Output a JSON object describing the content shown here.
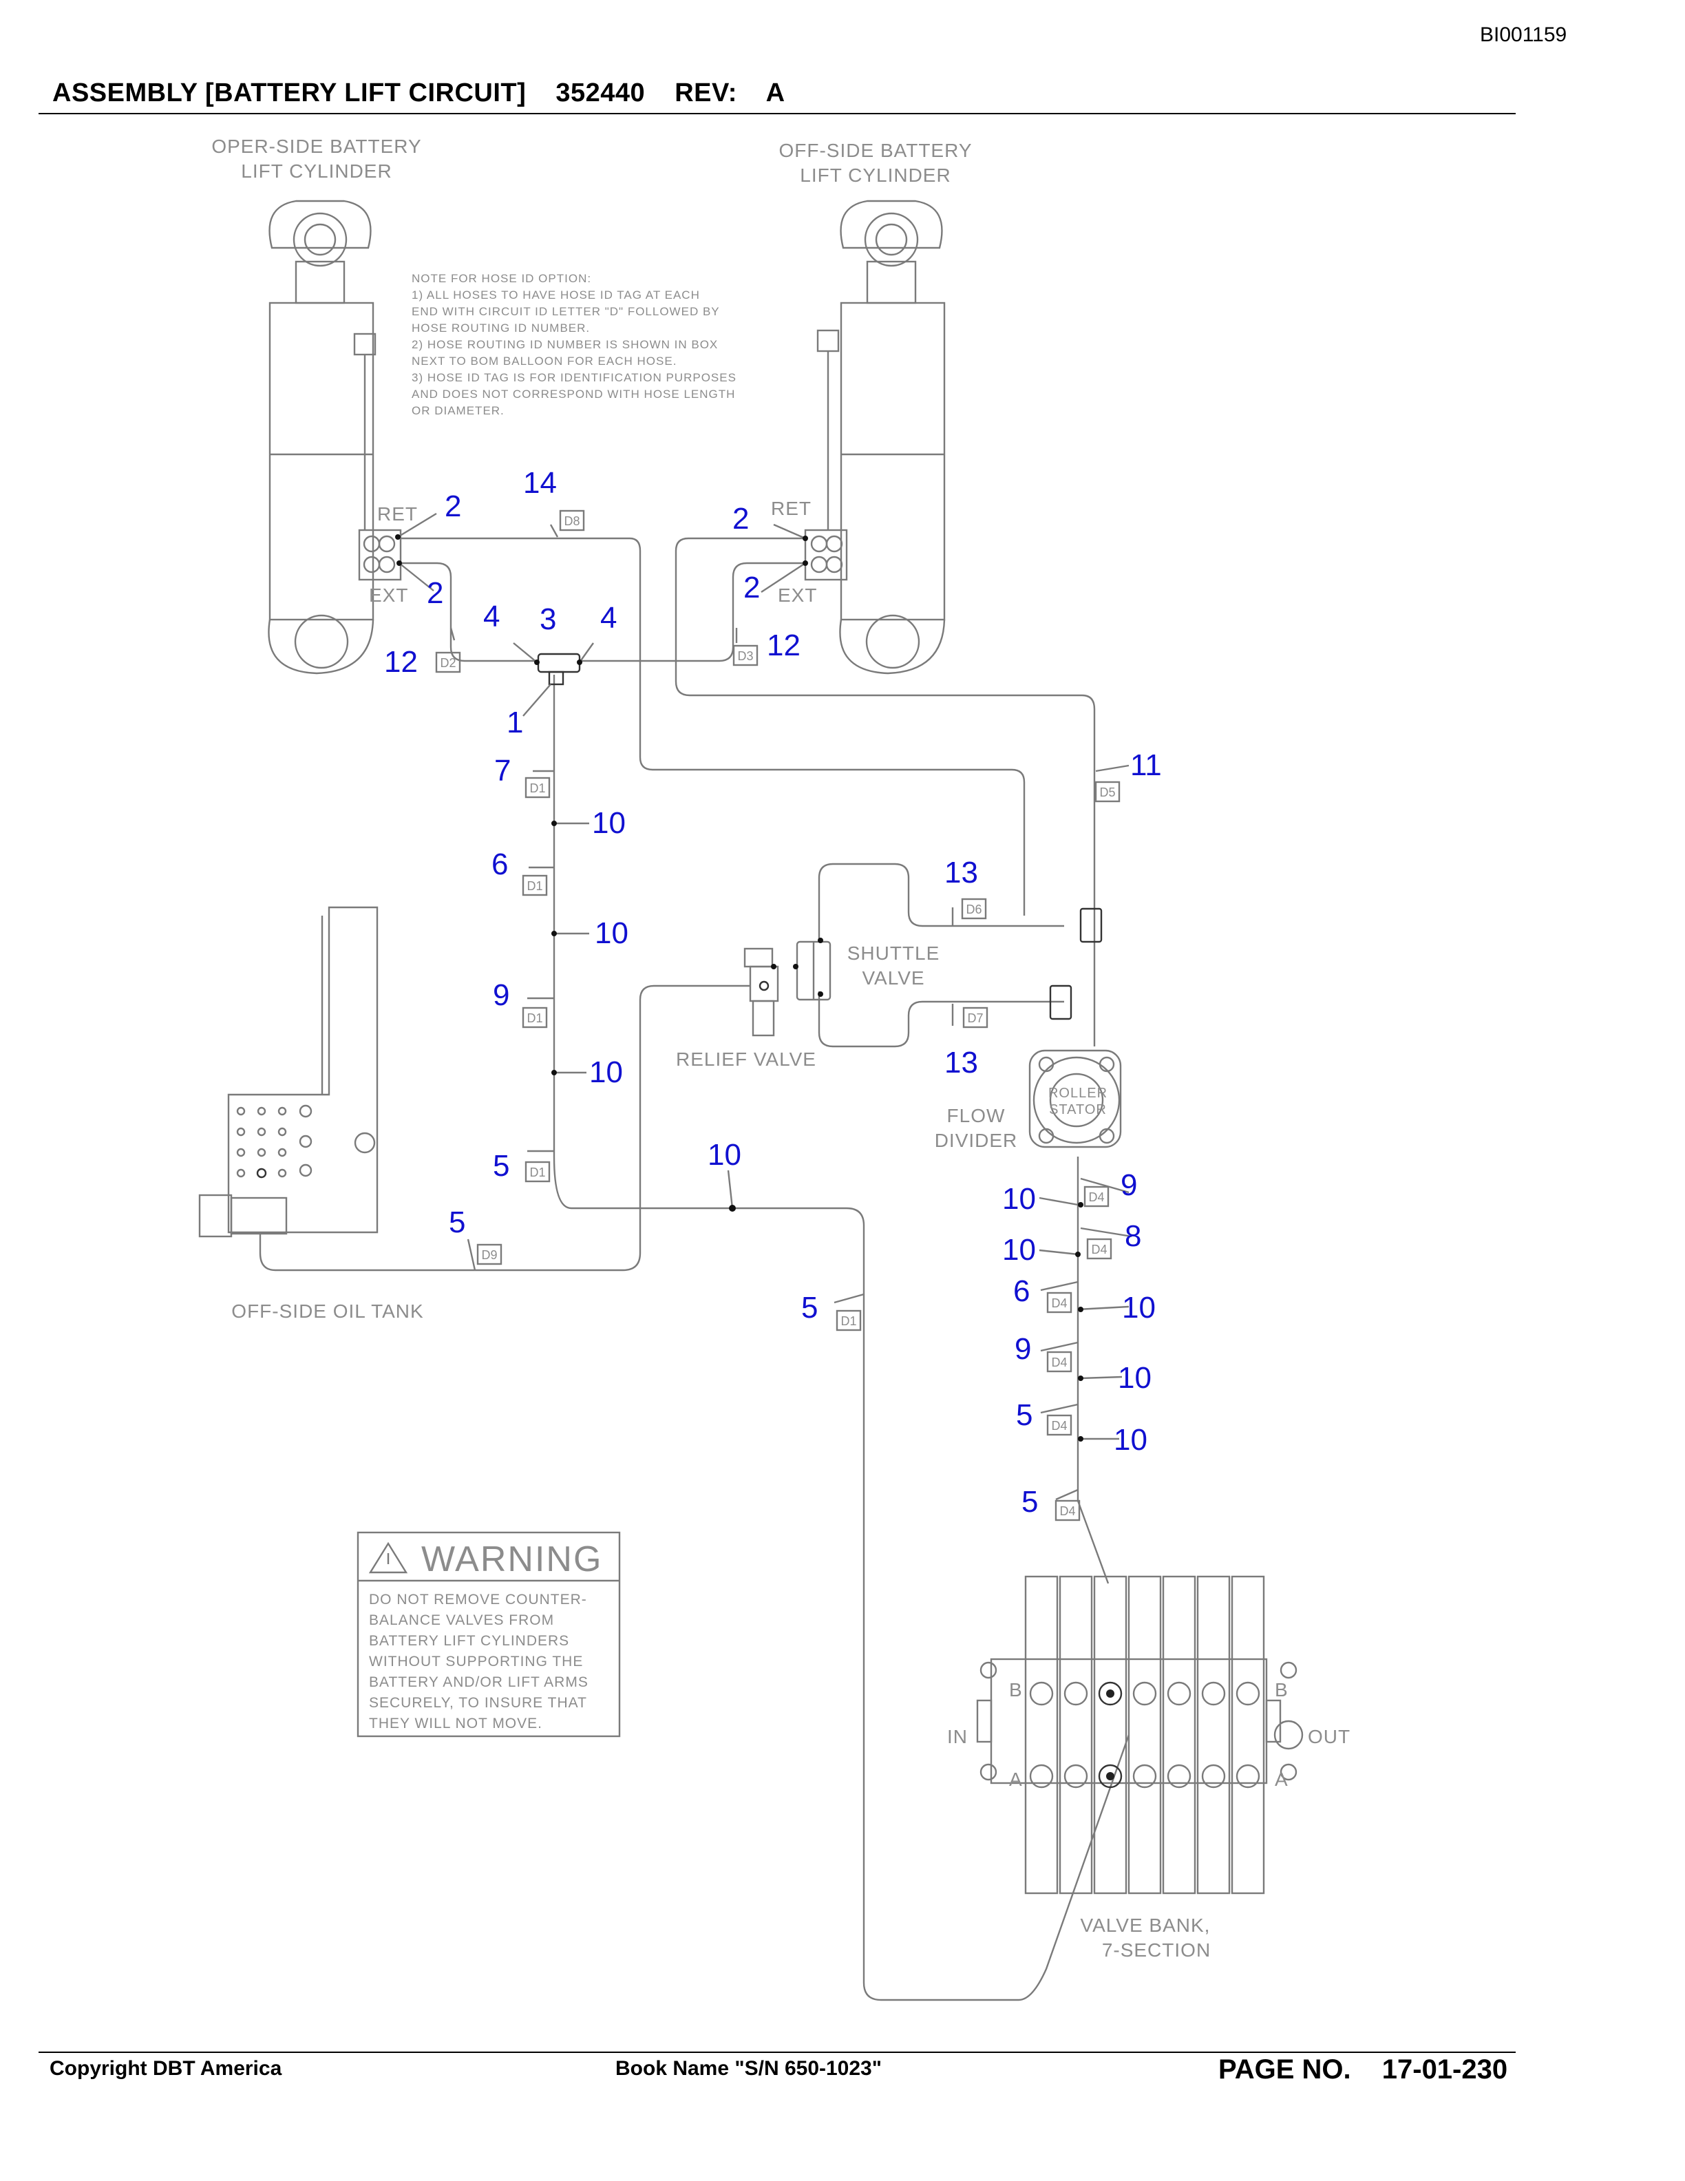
{
  "header": {
    "doc_id": "BI001159",
    "title": "ASSEMBLY [BATTERY LIFT CIRCUIT]",
    "part_number": "352440",
    "rev_label": "REV:",
    "rev_value": "A"
  },
  "components": {
    "oper_cyl_line1": "OPER-SIDE BATTERY",
    "oper_cyl_line2": "LIFT CYLINDER",
    "off_cyl_line1": "OFF-SIDE BATTERY",
    "off_cyl_line2": "LIFT CYLINDER",
    "ret": "RET",
    "ext": "EXT",
    "shuttle_line1": "SHUTTLE",
    "shuttle_line2": "VALVE",
    "relief": "RELIEF VALVE",
    "flow_line1": "FLOW",
    "flow_line2": "DIVIDER",
    "roller_line1": "ROLLER",
    "roller_line2": "STATOR",
    "oil_tank": "OFF-SIDE OIL TANK",
    "valve_bank_line1": "VALVE BANK,",
    "valve_bank_line2": "7-SECTION",
    "port_in": "IN",
    "port_out": "OUT",
    "port_a": "A",
    "port_b": "B"
  },
  "note": [
    "NOTE FOR HOSE ID OPTION:",
    "1) ALL HOSES TO HAVE HOSE ID TAG AT EACH",
    "END WITH CIRCUIT ID LETTER \"D\" FOLLOWED BY",
    "HOSE ROUTING ID NUMBER.",
    "2) HOSE ROUTING ID NUMBER IS SHOWN IN BOX",
    "NEXT TO BOM BALLOON FOR EACH HOSE.",
    "3) HOSE ID TAG IS FOR IDENTIFICATION PURPOSES",
    "AND DOES NOT CORRESPOND WITH HOSE LENGTH",
    "OR DIAMETER."
  ],
  "warning": {
    "heading": "WARNING",
    "lines": [
      "DO NOT REMOVE COUNTER-",
      "BALANCE VALVES FROM",
      "BATTERY LIFT CYLINDERS",
      "WITHOUT SUPPORTING THE",
      "BATTERY AND/OR LIFT ARMS",
      "SECURELY, TO INSURE THAT",
      "THEY WILL NOT MOVE."
    ]
  },
  "balloons": [
    "14",
    "2",
    "2",
    "2",
    "2",
    "4",
    "3",
    "4",
    "12",
    "12",
    "1",
    "11",
    "7",
    "10",
    "6",
    "10",
    "13",
    "9",
    "10",
    "13",
    "5",
    "10",
    "5",
    "10",
    "9",
    "10",
    "8",
    "6",
    "10",
    "9",
    "10",
    "5",
    "10",
    "5",
    "5"
  ],
  "hose_tags": [
    "D8",
    "D2",
    "D3",
    "D1",
    "D5",
    "D1",
    "D6",
    "D1",
    "D7",
    "D1",
    "D9",
    "D4",
    "D4",
    "D4",
    "D4",
    "D4",
    "D4",
    "D1"
  ],
  "footer": {
    "copyright": "Copyright DBT America",
    "book": "Book Name \"S/N 650-1023\"",
    "page_label": "PAGE NO.",
    "page_value": "17-01-230"
  }
}
